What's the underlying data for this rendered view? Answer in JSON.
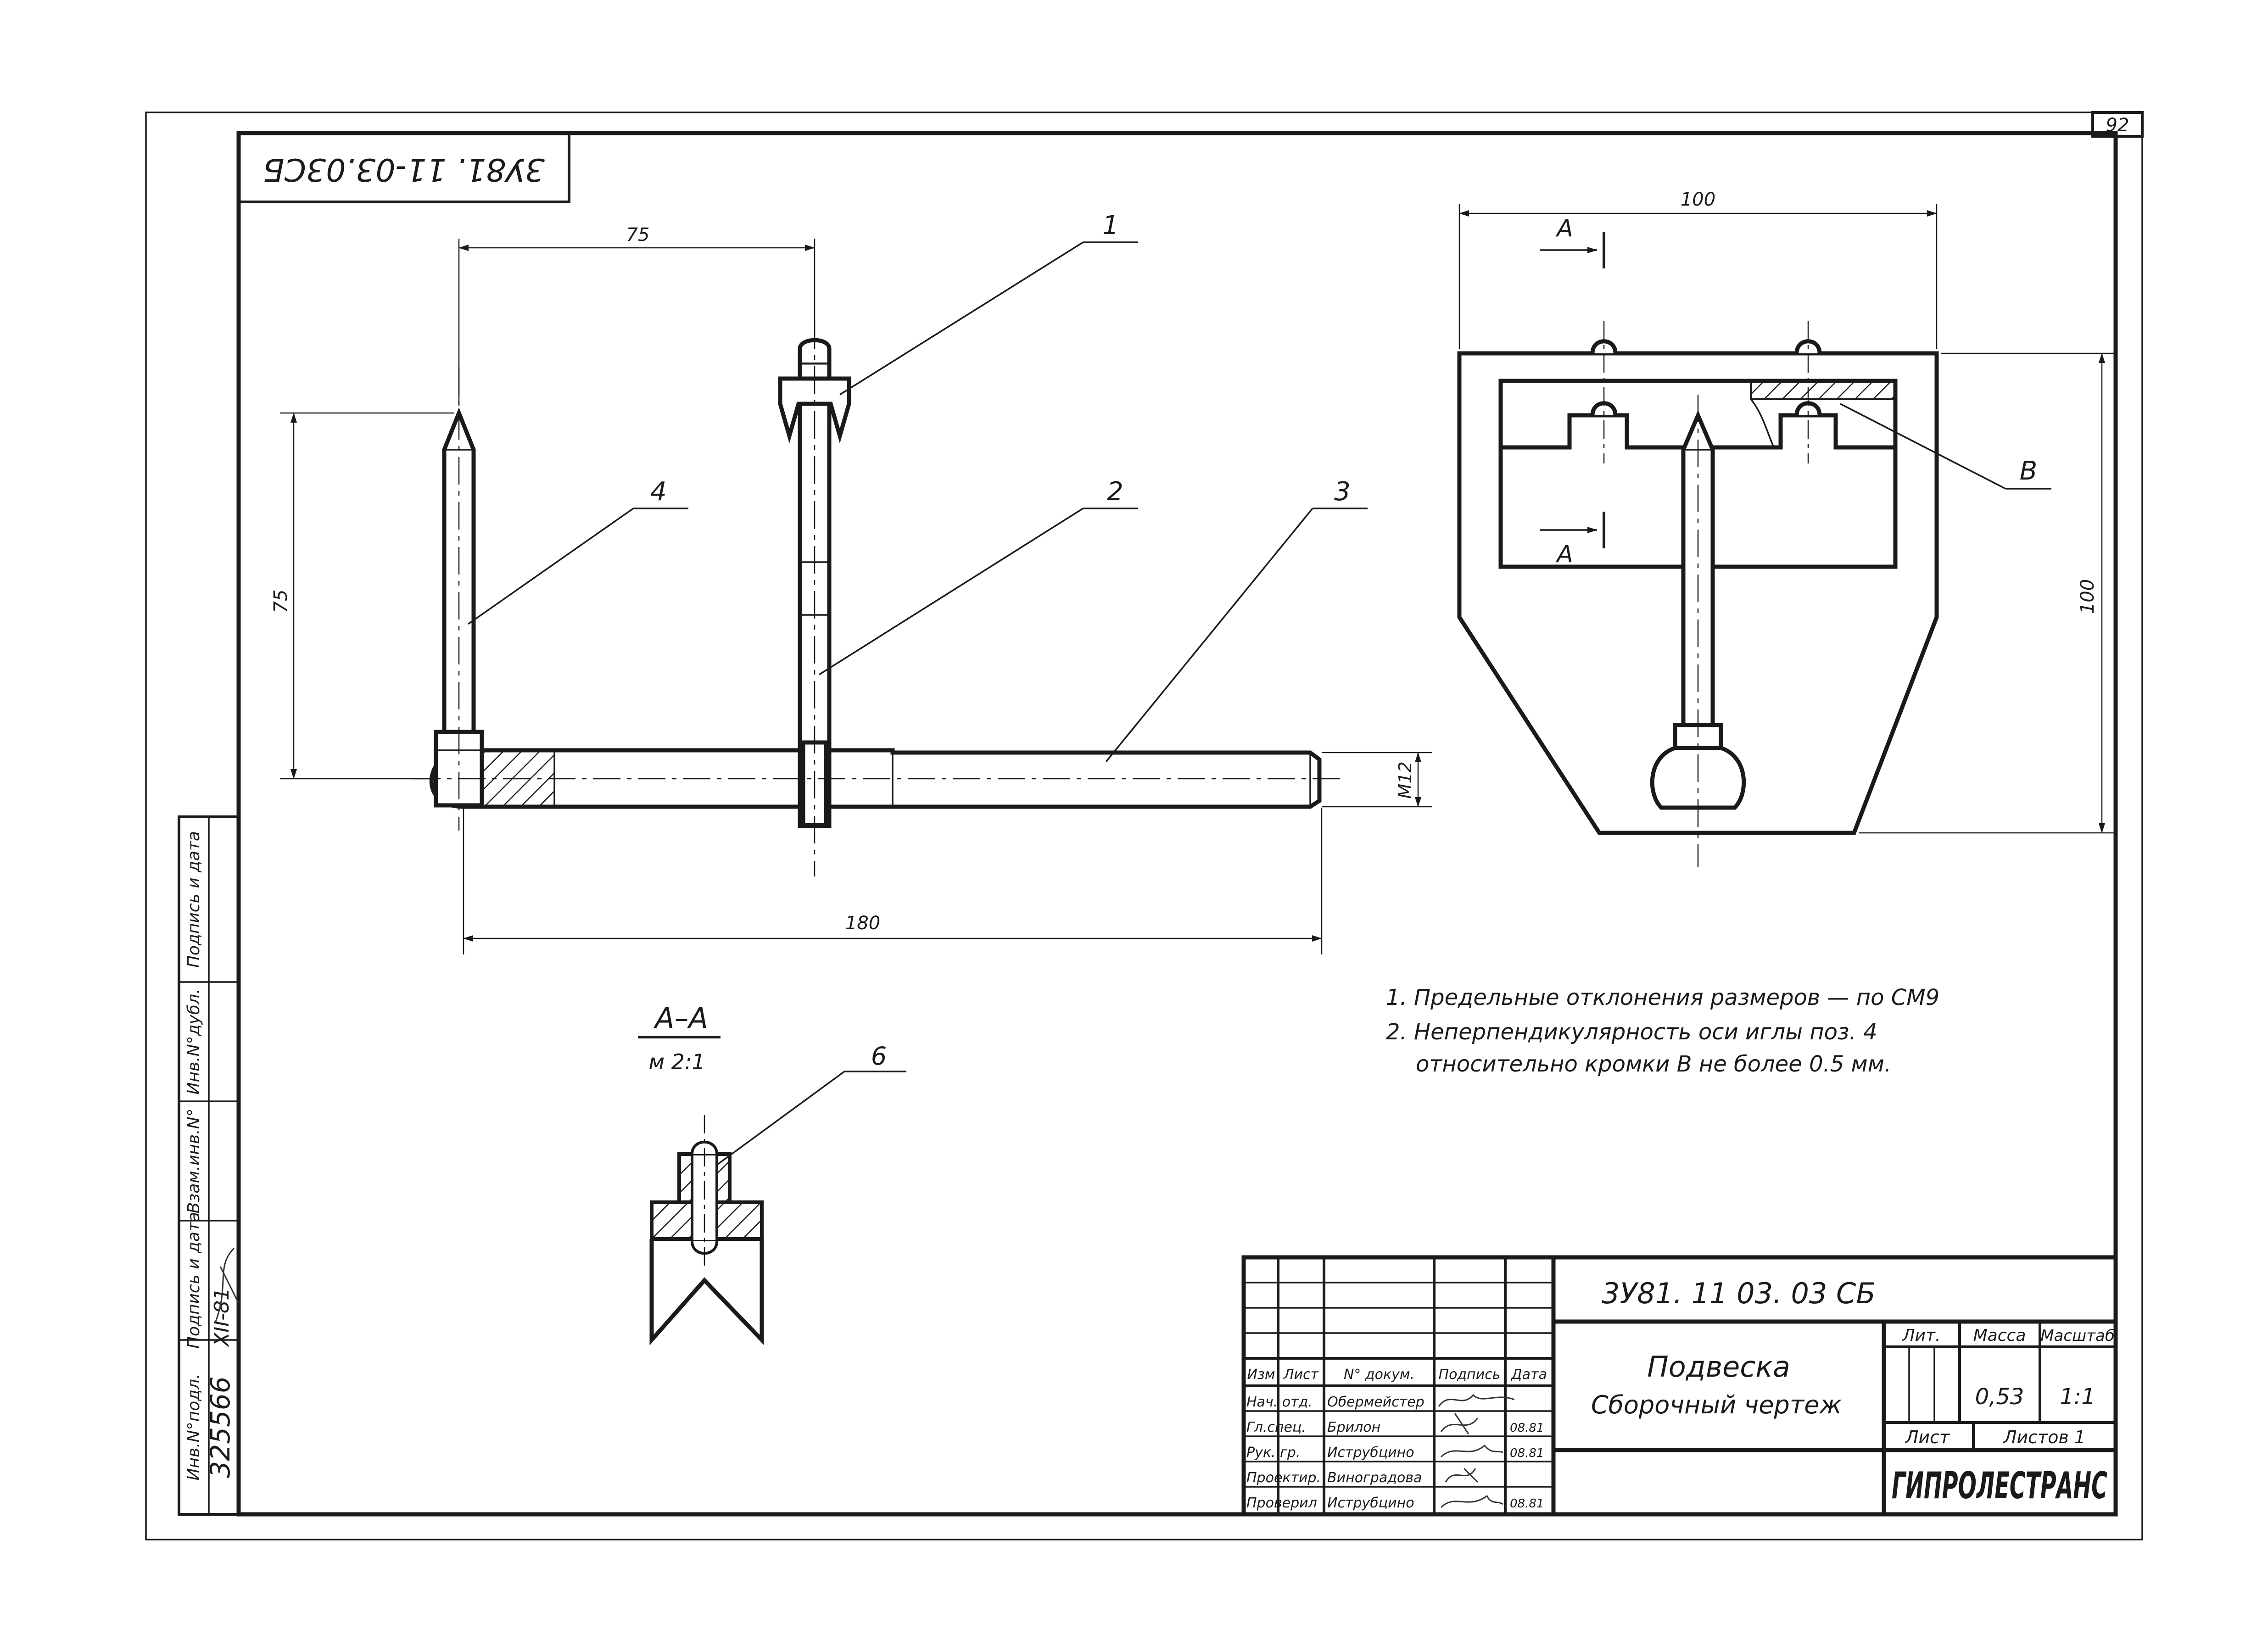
{
  "sheet_number": "92",
  "doc_code": "3У81. 11 03. 03 СБ",
  "doc_code_stamp": "3У81. 11-03.03СБ",
  "title": "Подвеска",
  "subtitle": "Сборочный чертеж",
  "company": "ГИПРОЛЕСТРАНС",
  "title_block": {
    "lit_label": "Лит.",
    "mass_label": "Масса",
    "scale_label": "Масштаб",
    "mass": "0,53",
    "scale": "1:1",
    "sheet_label": "Лист",
    "sheets_label": "Листов 1",
    "col_headers": [
      "Изм",
      "Лист",
      "N° докум.",
      "Подпись",
      "Дата"
    ],
    "people": [
      {
        "role": "Нач. отд.",
        "name": "Обермейстер",
        "date": ""
      },
      {
        "role": "Гл.спец.",
        "name": "Брилон",
        "date": "08.81"
      },
      {
        "role": "Рук. гр.",
        "name": "Иструбцино",
        "date": "08.81"
      },
      {
        "role": "Проектир.",
        "name": "Виноградова",
        "date": ""
      },
      {
        "role": "Проверил",
        "name": "Иструбцино",
        "date": "08.81"
      }
    ]
  },
  "side_stamp": {
    "labels": [
      "Инв.N°подл.",
      "Подпись и дата",
      "Взам.инв.N°",
      "Инв.N°дубл.",
      "Подпись и дата"
    ],
    "inv_number": "325566",
    "date_note": "XII-81"
  },
  "callouts": [
    "1",
    "2",
    "3",
    "4",
    "6",
    "B"
  ],
  "dimensions": {
    "d75_top": "75",
    "d75_side": "75",
    "d180": "180",
    "m12": "M12",
    "d100_top": "100",
    "d100_side": "100"
  },
  "section": {
    "marker": "A",
    "title": "A–A",
    "scale": "м 2:1"
  },
  "notes": [
    "1. Предельные   отклонения  размеров — по СМ9",
    "2. Неперпендикулярность  оси  иглы   поз. 4",
    "относительно  кромки  В не  более  0.5 мм."
  ]
}
